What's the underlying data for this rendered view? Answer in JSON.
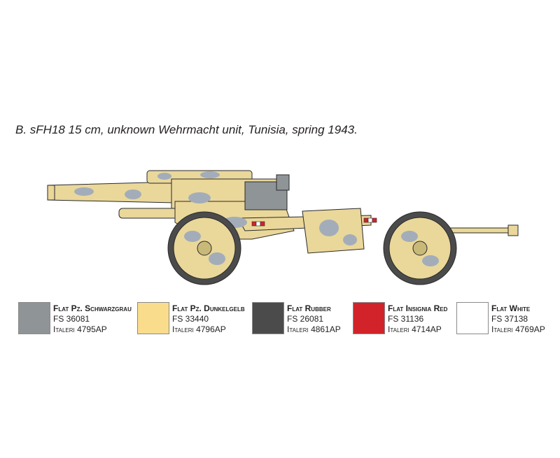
{
  "caption": "B. sFH18 15 cm, unknown Wehrmacht unit, Tunisia, spring 1943.",
  "colors": {
    "camo_base": "#ead79a",
    "camo_spot": "#a3adb9",
    "outline": "#2a2a2a",
    "rubber": "#4a4b4a",
    "insignia_red": "#d2232a"
  },
  "paints": [
    {
      "name": "Flat Pz. Schwarzgrau",
      "fs": "FS 36081",
      "italeri": "Italeri 4795AP",
      "hex": "#8f9497"
    },
    {
      "name": "Flat Pz. Dunkelgelb",
      "fs": "FS 33440",
      "italeri": "Italeri 4796AP",
      "hex": "#f9dc8c"
    },
    {
      "name": "Flat Rubber",
      "fs": "FS 26081",
      "italeri": "Italeri 4861AP",
      "hex": "#4a4b4a"
    },
    {
      "name": "Flat Insignia Red",
      "fs": "FS 31136",
      "italeri": "Italeri 4714AP",
      "hex": "#d2232a"
    },
    {
      "name": "Flat White",
      "fs": "FS 37138",
      "italeri": "Italeri 4769AP",
      "hex": "#ffffff"
    }
  ]
}
